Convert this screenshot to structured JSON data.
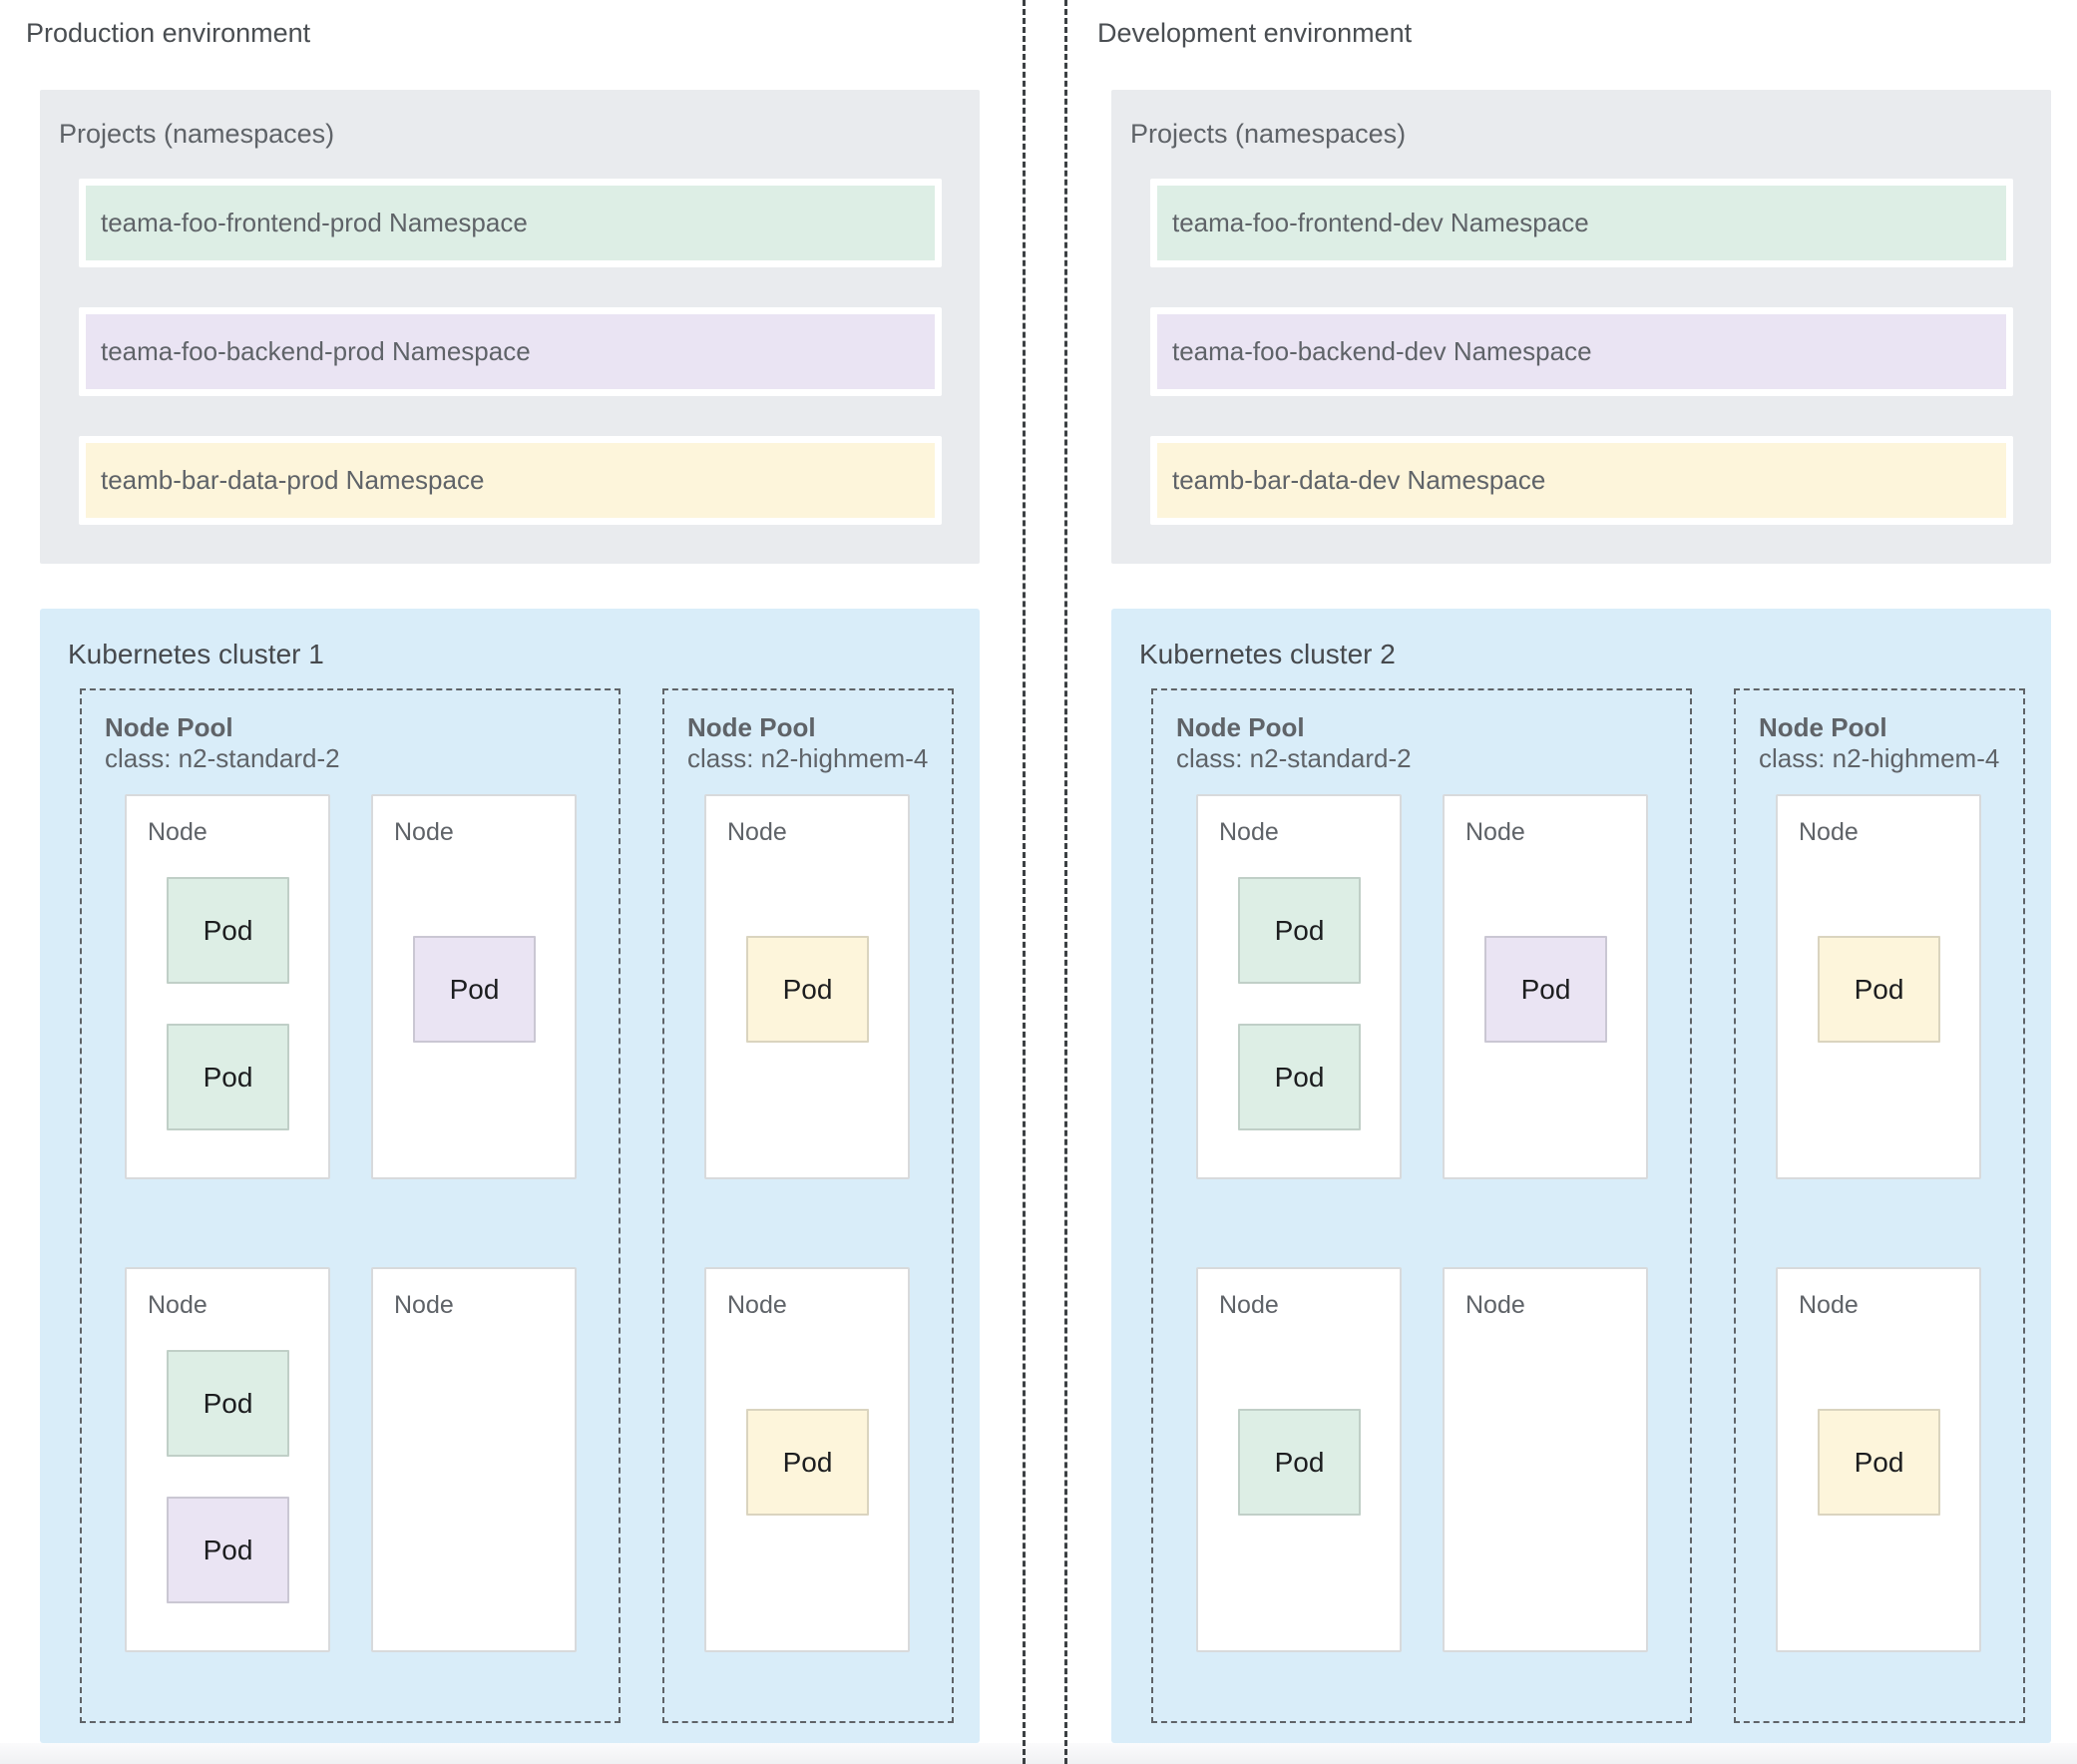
{
  "colors": {
    "container_gray": "#e9ebee",
    "cluster_blue": "#d9edf9",
    "green": "#ddeee5",
    "purple": "#eae4f3",
    "yellow": "#fdf5db",
    "label_gray": "#5f6368",
    "dark_text": "#46494d"
  },
  "environments": [
    {
      "id": "production",
      "label": "Production environment",
      "projects": {
        "title": "Projects (namespaces)",
        "namespaces": [
          {
            "label": "teama-foo-frontend-prod Namespace",
            "color": "green"
          },
          {
            "label": "teama-foo-backend-prod Namespace",
            "color": "purple"
          },
          {
            "label": "teamb-bar-data-prod Namespace",
            "color": "yellow"
          }
        ]
      },
      "cluster": {
        "title": "Kubernetes cluster 1",
        "node_pools": [
          {
            "title": "Node Pool",
            "class_line": "class: n2-standard-2",
            "nodes": [
              {
                "label": "Node",
                "pods": [
                  {
                    "label": "Pod",
                    "color": "green"
                  },
                  {
                    "label": "Pod",
                    "color": "green"
                  }
                ]
              },
              {
                "label": "Node",
                "pods": [
                  {
                    "label": "Pod",
                    "color": "purple"
                  }
                ]
              },
              {
                "label": "Node",
                "pods": [
                  {
                    "label": "Pod",
                    "color": "green"
                  },
                  {
                    "label": "Pod",
                    "color": "purple"
                  }
                ]
              },
              {
                "label": "Node",
                "pods": []
              }
            ]
          },
          {
            "title": "Node Pool",
            "class_line": "class: n2-highmem-4",
            "nodes": [
              {
                "label": "Node",
                "pods": [
                  {
                    "label": "Pod",
                    "color": "yellow"
                  }
                ]
              },
              {
                "label": "Node",
                "pods": [
                  {
                    "label": "Pod",
                    "color": "yellow"
                  }
                ]
              }
            ]
          }
        ]
      }
    },
    {
      "id": "development",
      "label": "Development environment",
      "projects": {
        "title": "Projects (namespaces)",
        "namespaces": [
          {
            "label": "teama-foo-frontend-dev Namespace",
            "color": "green"
          },
          {
            "label": "teama-foo-backend-dev Namespace",
            "color": "purple"
          },
          {
            "label": "teamb-bar-data-dev Namespace",
            "color": "yellow"
          }
        ]
      },
      "cluster": {
        "title": "Kubernetes cluster 2",
        "node_pools": [
          {
            "title": "Node Pool",
            "class_line": "class: n2-standard-2",
            "nodes": [
              {
                "label": "Node",
                "pods": [
                  {
                    "label": "Pod",
                    "color": "green"
                  },
                  {
                    "label": "Pod",
                    "color": "green"
                  }
                ]
              },
              {
                "label": "Node",
                "pods": [
                  {
                    "label": "Pod",
                    "color": "purple"
                  }
                ]
              },
              {
                "label": "Node",
                "pods": [
                  {
                    "label": "Pod",
                    "color": "green"
                  }
                ]
              },
              {
                "label": "Node",
                "pods": []
              }
            ]
          },
          {
            "title": "Node Pool",
            "class_line": "class: n2-highmem-4",
            "nodes": [
              {
                "label": "Node",
                "pods": [
                  {
                    "label": "Pod",
                    "color": "yellow"
                  }
                ]
              },
              {
                "label": "Node",
                "pods": [
                  {
                    "label": "Pod",
                    "color": "yellow"
                  }
                ]
              }
            ]
          }
        ]
      }
    }
  ]
}
